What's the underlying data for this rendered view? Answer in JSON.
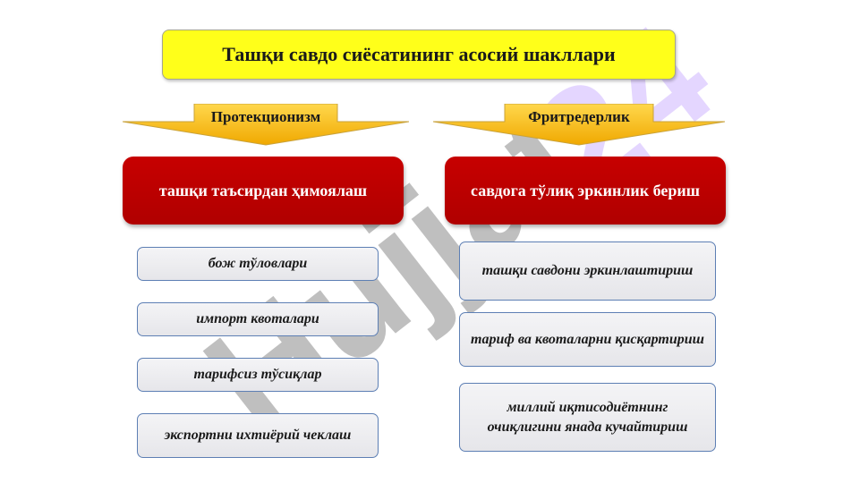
{
  "title": "Ташқи савдо сиёсатининг асосий шакллари",
  "left": {
    "heading": "Протекционизм",
    "main": "ташқи таъсирдан ҳимоялаш",
    "items": [
      "бож тўловлари",
      "импорт квоталари",
      "тарифсиз тўсиқлар",
      "экспортни ихтиёрий чеклаш"
    ]
  },
  "right": {
    "heading": "Фритредерлик",
    "main": "савдога тўлиқ эркинлик бериш",
    "items": [
      "ташқи савдони эркинлаштириш",
      "тариф ва квоталарни қисқартириш",
      "миллий иқтисодиётнинг очиқлигини янада кучайтириш"
    ]
  },
  "colors": {
    "title_bg": "#ffff1a",
    "banner": "#f5b800",
    "main_box": "#c00000",
    "item_border": "#5d7fb4"
  },
  "watermark": {
    "text": "Hujjat 24",
    "icon": "watermark-logo"
  }
}
